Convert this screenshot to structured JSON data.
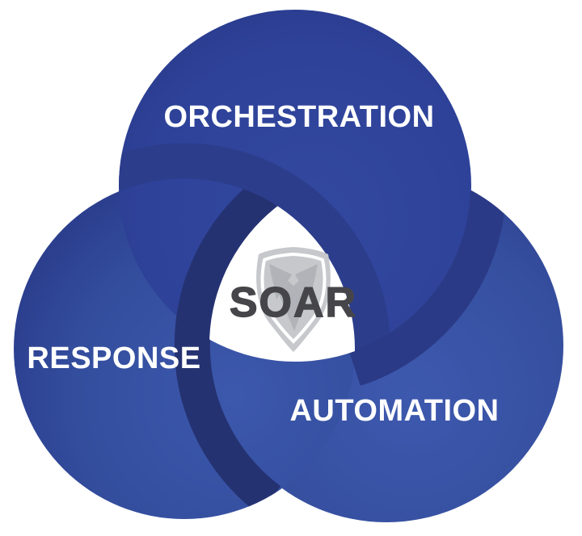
{
  "diagram": {
    "name": "SOAR Venn diagram",
    "center": {
      "label": "SOAR",
      "icon": "shield",
      "background": "#ffffff",
      "text_color": "#46464a"
    },
    "circles": [
      {
        "id": "orchestration",
        "label": "ORCHESTRATION",
        "position": "top",
        "color": "#2e4299"
      },
      {
        "id": "response",
        "label": "RESPONSE",
        "position": "bottom-left",
        "color": "#344e9e"
      },
      {
        "id": "automation",
        "label": "AUTOMATION",
        "position": "bottom-right",
        "color": "#364f9f"
      }
    ],
    "overlap_shadow_colors": {
      "top_left": "#2c3d8c",
      "top_right": "#2b3a86",
      "bottom": "#253272"
    },
    "shield_colors": {
      "outer": "#c6c8cc",
      "facets": "#b1b3b8",
      "inner_line": "#ffffff"
    },
    "label_color": "#ffffff",
    "background": "#ffffff"
  }
}
